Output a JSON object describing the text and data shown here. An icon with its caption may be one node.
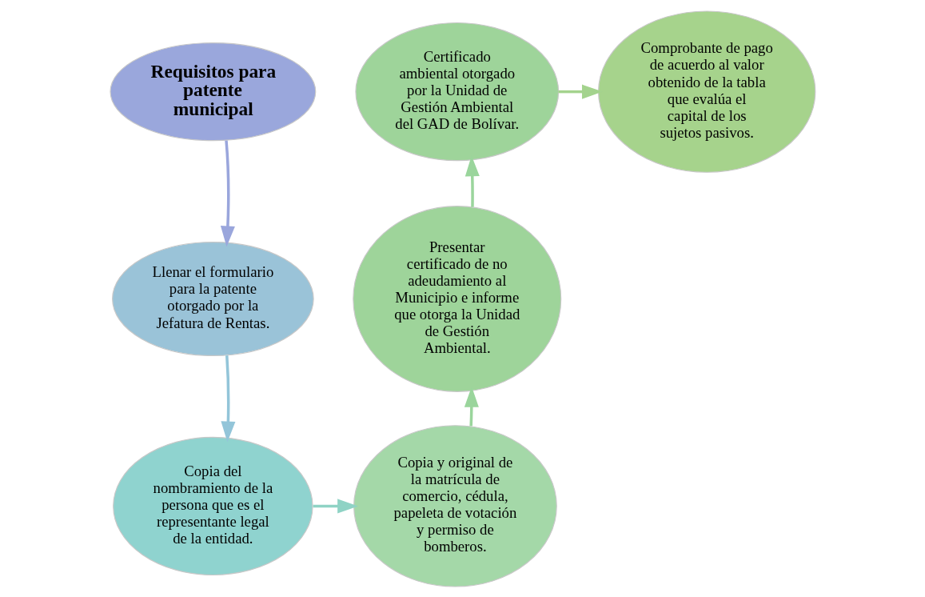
{
  "diagram": {
    "nodes": [
      {
        "text": [
          "Requisitos para patente municipal"
        ]
      },
      {
        "text": [
          "Llenar el formulario para la patente otorgado por la Jefatura de Rentas."
        ]
      },
      {
        "text": [
          "Copia del nombramiento de la persona que es el representante legal de la entidad."
        ]
      },
      {
        "text": [
          "Copia y original de la matrícula de comercio, cédula, papeleta de votación y permiso de bomberos."
        ]
      },
      {
        "text": [
          "Presentar certificado de no adeudamiento al Municipio e informe que otorga la Unidad de Gestión Ambiental."
        ]
      },
      {
        "text": [
          "Certificado ambiental otorgado por la Unidad de Gestión Ambiental del GAD de Bolívar."
        ]
      },
      {
        "text": [
          "Comprobante de pago de acuerdo al valor obtenido de la tabla que evalúa el capital de los sujetos pasivos."
        ]
      }
    ],
    "edges": [
      {
        "from": 0,
        "to": 1,
        "arrow": "to",
        "color": "#9aa6dc"
      },
      {
        "from": 1,
        "to": 2,
        "arrow": "to",
        "color": "#93c5d9"
      },
      {
        "from": 2,
        "to": 3,
        "arrow": "to",
        "color": "#8fd3c5"
      },
      {
        "from": 3,
        "to": 4,
        "arrow": "to",
        "color": "#9ad59c"
      },
      {
        "from": 4,
        "to": 5,
        "arrow": "to",
        "color": "#9ad59c"
      },
      {
        "from": 5,
        "to": 6,
        "arrow": "to",
        "color": "#a4d38e"
      }
    ]
  }
}
